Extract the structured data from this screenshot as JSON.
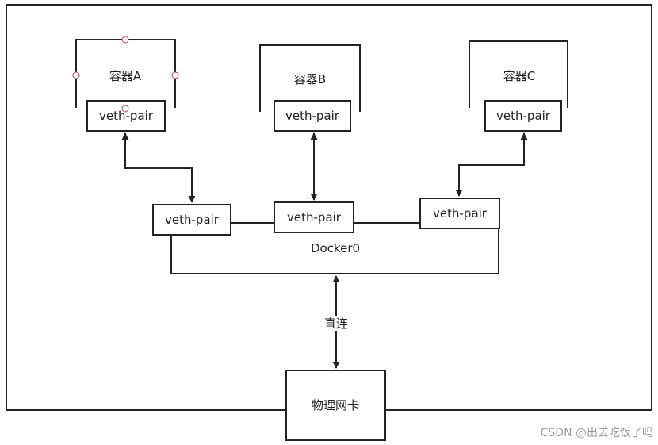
{
  "containers": [
    {
      "label": "容器A",
      "veth_label": "veth-pair"
    },
    {
      "label": "容器B",
      "veth_label": "veth-pair"
    },
    {
      "label": "容器C",
      "veth_label": "veth-pair"
    }
  ],
  "bridge": {
    "label": "Docker0",
    "veth_labels": [
      "veth-pair",
      "veth-pair",
      "veth-pair"
    ]
  },
  "link_label": "直连",
  "nic_label": "物理网卡",
  "watermark": "CSDN @出去吃饭了吗",
  "colors": {
    "line": "#222222",
    "background": "#ffffff",
    "handle": "#b04060"
  }
}
